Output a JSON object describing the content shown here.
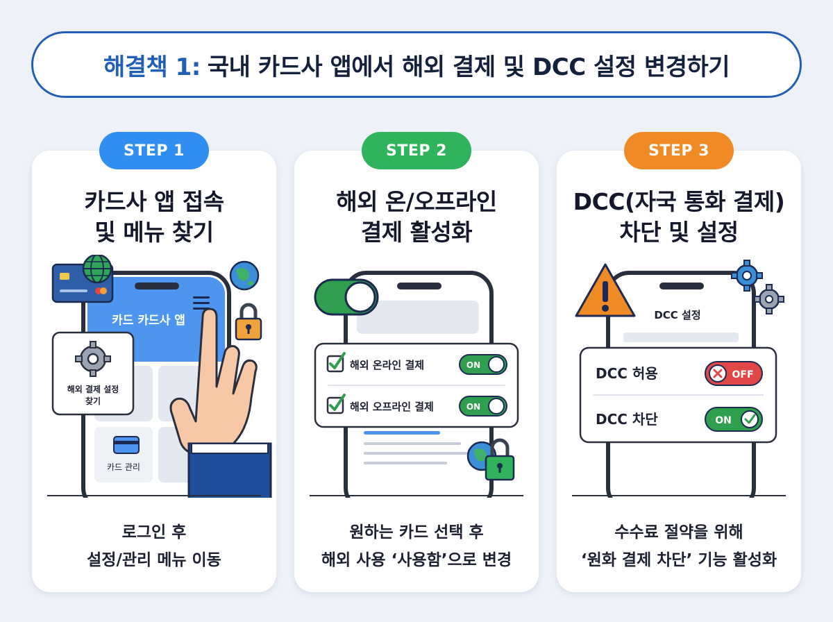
{
  "header": {
    "lead": "해결책 1:",
    "rest": "국내 카드사 앱에서 해외 결제 및 DCC 설정 변경하기"
  },
  "steps": [
    {
      "badge": "STEP 1",
      "title_line1": "카드사 앱 접속",
      "title_line2": "및 메뉴 찾기",
      "desc_line1": "로그인 후",
      "desc_line2": "설정/관리 메뉴 이동",
      "screen_title": "카드 카드사 앱",
      "popup_label_line1": "해외 결제 설정",
      "popup_label_line2": "찾기",
      "tile_label": "카드 관리"
    },
    {
      "badge": "STEP 2",
      "title_line1": "해외 온/오프라인",
      "title_line2": "결제 활성화",
      "desc_line1": "원하는 카드 선택 후",
      "desc_line2": "해외 사용 ‘사용함’으로 변경",
      "toggles": [
        {
          "label": "해외 온라인 결제",
          "state": "ON"
        },
        {
          "label": "해외 오프라인 결제",
          "state": "ON"
        }
      ]
    },
    {
      "badge": "STEP 3",
      "title_line1": "DCC(자국 통화 결제)",
      "title_line2": "차단 및 설정",
      "desc_line1": "수수료 절약을 위해",
      "desc_line2": "‘원화 결제 차단’ 기능 활성화",
      "screen_title": "DCC 설정",
      "rows": [
        {
          "label": "DCC 허용",
          "state": "OFF"
        },
        {
          "label": "DCC 차단",
          "state": "ON"
        }
      ]
    }
  ],
  "colors": {
    "brand_blue": "#1f5fb5",
    "step1": "#2f8ef0",
    "step2": "#2fb35b",
    "step3": "#f08a24",
    "toggle_on": "#2f9e4f",
    "toggle_off": "#e04848"
  },
  "icons": [
    "globe-icon",
    "credit-card-icon",
    "lock-icon",
    "gear-icon",
    "hamburger-menu-icon",
    "pointing-hand-icon",
    "checkbox-icon",
    "warning-icon",
    "check-icon",
    "x-icon"
  ]
}
